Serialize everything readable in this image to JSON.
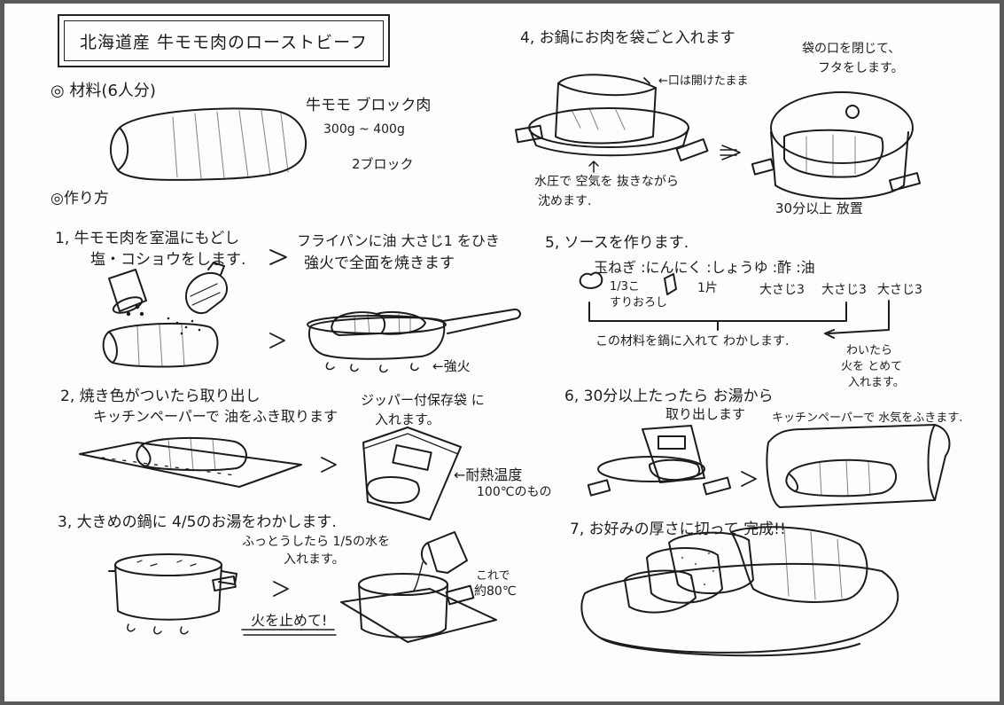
{
  "title": "北海道産 牛モモ肉のローストビーフ",
  "ingredients": {
    "heading": "◎ 材料(6人分)",
    "name": "牛モモ ブロック肉",
    "weight": "300g ~ 400g",
    "count": "2ブロック"
  },
  "method_heading": "◎作り方",
  "step1": {
    "text_a": "1, 牛モモ肉を室温にもどし",
    "text_b": "塩・コショウをします.",
    "text_c": "フライパンに油 大さじ1 をひき",
    "text_d": "強火で全面を焼きます",
    "label_heat": "←強火"
  },
  "step2": {
    "text_a": "2, 焼き色がついたら取り出し",
    "text_b": "キッチンペーパーで 油をふき取ります",
    "text_c": "ジッパー付保存袋 に",
    "text_d": "入れます。",
    "label_a": "←耐熱温度",
    "label_b": "100℃のもの"
  },
  "step3": {
    "text_a": "3, 大きめの鍋に 4/5のお湯をわかします.",
    "text_b": "ふっとうしたら 1/5の水を",
    "text_c": "入れます。",
    "label_off": "火を止めて!",
    "label_temp_a": "これで",
    "label_temp_b": "約80℃"
  },
  "step4": {
    "text_a": "4, お鍋にお肉を袋ごと入れます",
    "label_open": "←口は開けたまま",
    "text_b": "水圧で 空気を 抜きながら",
    "text_c": "沈めます.",
    "text_d": "袋の口を閉じて、",
    "text_e": "フタをします。",
    "label_time": "30分以上 放置"
  },
  "step5": {
    "text_a": "5, ソースを作ります.",
    "ingredients_row": "玉ねぎ :にんにく :しょうゆ :酢 :油",
    "onion_amount_a": "1/3こ",
    "onion_amount_b": "すりおろし",
    "garlic_amount": "1片",
    "soy_amount": "大さじ3",
    "vinegar_amount": "大さじ3",
    "oil_amount": "大さじ3",
    "text_b": "この材料を鍋に入れて わかします.",
    "note_a": "わいたら",
    "note_b": "火を とめて",
    "note_c": "入れます。"
  },
  "step6": {
    "text_a": "6, 30分以上たったら お湯から",
    "text_b": "取り出します",
    "text_c": "キッチンペーパーで 水気をふきます."
  },
  "step7": {
    "text_a": "7, お好みの厚さに切って 完成!!"
  }
}
